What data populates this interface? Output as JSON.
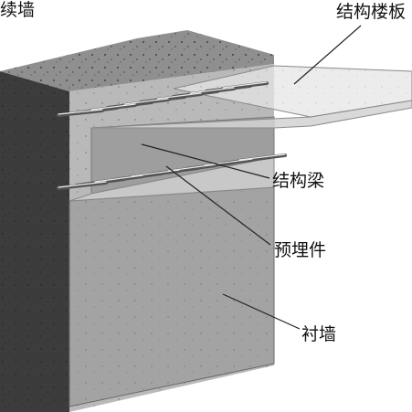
{
  "labels": {
    "diaphragm_wall": "续墙",
    "structural_slab": "结构楼板",
    "structural_beam": "结构梁",
    "embedded_part": "预埋件",
    "lining_wall": "衬墙"
  }
}
